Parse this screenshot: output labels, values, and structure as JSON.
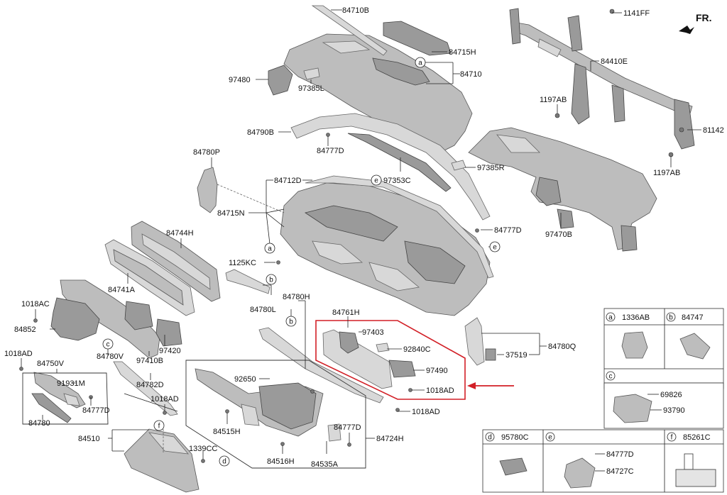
{
  "orientation_label": "FR.",
  "part_labels": {
    "p84710B": "84710B",
    "p84715H": "84715H",
    "p84710": "84710",
    "p97480": "97480",
    "p97385L": "97385L",
    "p84790B": "84790B",
    "p84777D_top": "84777D",
    "p84780P": "84780P",
    "p84712D": "84712D",
    "p97353C": "97353C",
    "p97385R": "97385R",
    "p84715N": "84715N",
    "p84777D_mid": "84777D",
    "p1141FF": "1141FF",
    "p84410E": "84410E",
    "p1197AB_a": "1197AB",
    "p81142": "81142",
    "p1197AB_b": "1197AB",
    "p97470B": "97470B",
    "p84744H": "84744H",
    "p1125KC": "1125KC",
    "p84741A": "84741A",
    "p84780L": "84780L",
    "p84780H": "84780H",
    "p84761H": "84761H",
    "p97403": "97403",
    "p92840C": "92840C",
    "p97490": "97490",
    "p1018AD_red": "1018AD",
    "p37519": "37519",
    "p84780Q": "84780Q",
    "p1018AC": "1018AC",
    "p84852": "84852",
    "p84780V": "84780V",
    "p97420": "97420",
    "p97410B": "97410B",
    "p84782D": "84782D",
    "p1018AD_left": "1018AD",
    "p84750V": "84750V",
    "p91931M": "91931M",
    "p84777D_left": "84777D",
    "p84780": "84780",
    "p92650": "92650",
    "p1018AD_mid": "1018AD",
    "p84515H": "84515H",
    "p1018AD_bot": "1018AD",
    "p84510": "84510",
    "p1339CC": "1339CC",
    "p84516H": "84516H",
    "p84535A": "84535A",
    "p84777D_bot": "84777D",
    "p84724H": "84724H"
  },
  "callouts": {
    "a1": "a",
    "a2": "a",
    "b1": "b",
    "b2": "b",
    "c1": "c",
    "d1": "d",
    "e1": "e",
    "e2": "e",
    "f1": "f"
  },
  "legend": {
    "a": {
      "letter": "a",
      "code": "1336AB"
    },
    "b": {
      "letter": "b",
      "code": "84747"
    },
    "c": {
      "letter": "c",
      "code1": "69826",
      "code2": "93790"
    },
    "d": {
      "letter": "d",
      "code": "95780C"
    },
    "e": {
      "letter": "e",
      "code1": "84777D",
      "code2": "84727C"
    },
    "f": {
      "letter": "f",
      "code": "85261C"
    }
  },
  "colors": {
    "highlight": "#d21f26",
    "line": "#222222",
    "part_fill": "#bdbdbd"
  }
}
